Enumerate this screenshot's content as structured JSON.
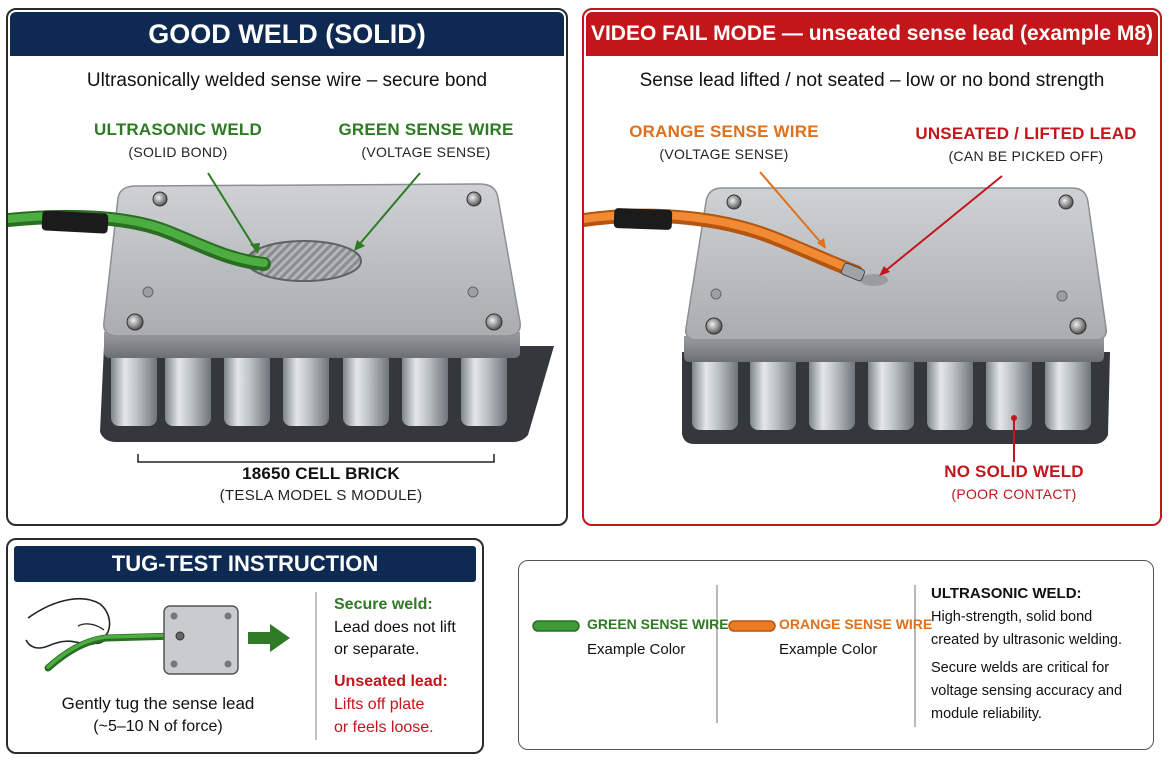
{
  "good_panel": {
    "title": "GOOD WELD (SOLID)",
    "subtitle": "Ultrasonically welded sense wire – secure bond",
    "callout_weld": {
      "title": "ULTRASONIC WELD",
      "sub": "(SOLID BOND)"
    },
    "callout_wire": {
      "title": "GREEN SENSE WIRE",
      "sub": "(VOLTAGE SENSE)"
    },
    "brick": {
      "title": "18650 CELL BRICK",
      "sub": "(TESLA MODEL S MODULE)"
    }
  },
  "fail_panel": {
    "title": "VIDEO FAIL MODE — unseated sense lead (example M8)",
    "subtitle": "Sense lead lifted / not seated – low or no bond strength",
    "callout_wire": {
      "title": "ORANGE SENSE WIRE",
      "sub": "(VOLTAGE SENSE)"
    },
    "callout_lead": {
      "title": "UNSEATED / LIFTED LEAD",
      "sub": "(CAN BE PICKED OFF)"
    },
    "callout_weld": {
      "title": "NO SOLID WELD",
      "sub": "(POOR CONTACT)"
    }
  },
  "tug_panel": {
    "title": "TUG-TEST INSTRUCTION",
    "caption_line1": "Gently tug the sense lead",
    "caption_line2": "(~5–10 N of force)",
    "secure_title": "Secure weld:",
    "secure_text_1": "Lead does not lift",
    "secure_text_2": "or separate.",
    "unseated_title": "Unseated lead:",
    "unseated_text_1": "Lifts off plate",
    "unseated_text_2": "or feels loose."
  },
  "legend": {
    "green": {
      "label": "GREEN SENSE WIRE",
      "sub": "Example Color"
    },
    "orange": {
      "label": "ORANGE SENSE WIRE",
      "sub": "Example Color"
    },
    "weld_title": "ULTRASONIC WELD:",
    "weld_text_1": "High-strength, solid bond",
    "weld_text_2": "created by ultrasonic welding.",
    "weld_text_3": "Secure welds are critical for",
    "weld_text_4": "voltage sensing accuracy and",
    "weld_text_5": "module reliability."
  },
  "colors": {
    "navy": "#0e2a52",
    "red": "#c3161b",
    "green": "#2f7a24",
    "orange": "#e0701a",
    "wire_green": "#3d9a35",
    "wire_orange": "#ee7a22"
  }
}
